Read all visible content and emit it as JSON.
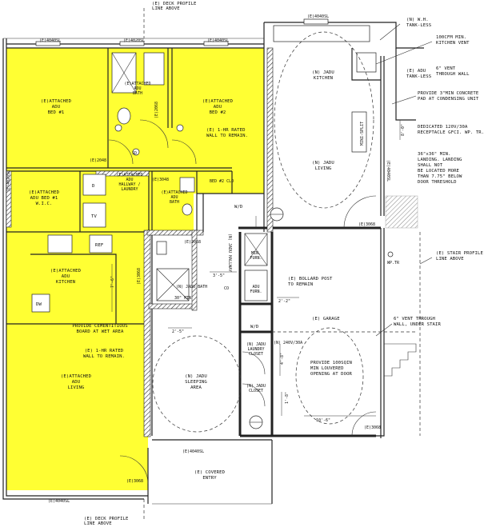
{
  "colors": {
    "yellow": "#ffff33",
    "line": "#222222",
    "background": "#ffffff"
  },
  "labels": {
    "deck_top": "(E) DECK PROFILE\nLINE ABOVE",
    "deck_bottom": "(E) DECK PROFILE\nLINE ABOVE",
    "tankless": "(N) W.H.\nTANK-LESS",
    "kitchen_vent": "100CFM MIN.\nKITCHEN VENT",
    "adu_tankless": "(E) ADU\nTANK-LESS",
    "vent_wall": "6\" VENT\nTHROUGH WALL",
    "concrete_pad": "PROVIDE 3\"MIN CONCRETE\nPAD AT CONDENSING UNIT",
    "receptacle": "DEDICATED 120V/30A\nRECEPTACLE GFCI. WP. TR.",
    "landing": "36\"x36\" MIN.\nLANDING. LANDING\nSHALL NOT\nBE LOCATED MORE\nTHAN 7.75\" BELOW\nDOOR THRESHOLD",
    "stair_profile": "(E) STAIR PROFILE\nLINE ABOVE",
    "vent_under_stair": "6\" VENT THROUGH\nWALL, UNDER STAIR",
    "wp_tr": "WP.TR",
    "bed1": "(E)ATTACHED\nADU\nBED #1",
    "bed2": "(E)ATTACHED\nADU\nBED #2",
    "adu_bath_top": "(E)ATTACHED\nADU\nBATH",
    "wall_rated_top": "(E) 1-HR RATED\nWALL TO REMAIN",
    "hallway": "(E)ATTACHED\nADU\nHALLWAY /\nLAUNDRY",
    "bed2_closet": "BED #2 CLO",
    "wic": "(E)ATTACHED\nADU BED #1\nW.I.C.",
    "adu_bath2": "(E)ATTACHED\nADU\nBATH",
    "adu_kitchen": "(E)ATTACHED\nADU\nKITCHEN",
    "cementitious": "PROVIDE CEMENTITIOUS\nBOARD AT WET AREA",
    "wall_rated_bottom": "(E) 1-HR RATED\nWALL TO REMAIN",
    "adu_living": "(E)ATTACHED\nADU\nLIVING",
    "jadu_kitchen": "(N) JADU\nKITCHEN",
    "jadu_living": "(N) JADU\nLIVING",
    "minisplit": "MINI-SPLIT",
    "jadu_hallway": "(N) JADU HALLWAY",
    "jadu_bath": "(N) JADU BATH",
    "furn_top": "MIN.\nFURN.",
    "furn_bottom": "ADU\nFURN.",
    "bollard": "(E) BOLLARD POST\nTO REMAIN",
    "garage": "(E) GARAGE",
    "jadu_laundry": "(N) JADU\nLAUNDRY\nCLOSET",
    "jadu_closet": "(N) JADU\nCLOSET",
    "outlet_240": "(N) 240V/30A",
    "louvered": "PROVIDE 100SQIN\nMIN LOUVERED\nOPENING AT DOOR",
    "jadu_sleeping": "(N) JADU\nSLEEPING\nAREA",
    "covered_entry": "(E) COVERED\nENTRY",
    "wd": "W/D",
    "dw": "DW",
    "ref": "REF",
    "tv": "TV",
    "d": "D",
    "wd2": "W/D",
    "bench_min": "30\" MIN",
    "dim_w": "W",
    "door_tags": [
      "(E)4040SL",
      "(E)4020SL",
      "(E)4040SL",
      "(E)2048",
      "(E)3048",
      "(E)2068",
      "(E)2068",
      "(E)4040SL",
      "(E)3068",
      "(E)3068",
      "(E)4020SL",
      "(E)4040SL",
      "(E)4040SL",
      "(E)3068",
      "(E)3068",
      "(E)4040SL"
    ],
    "dims": [
      "7'-6\"",
      "8'-0\"",
      "3'-5\"",
      "2'-2\"",
      "4'-8\"",
      "10'-6\"",
      "2'-5\"",
      "1'-8\""
    ],
    "sd": "SD",
    "co": "CO"
  }
}
